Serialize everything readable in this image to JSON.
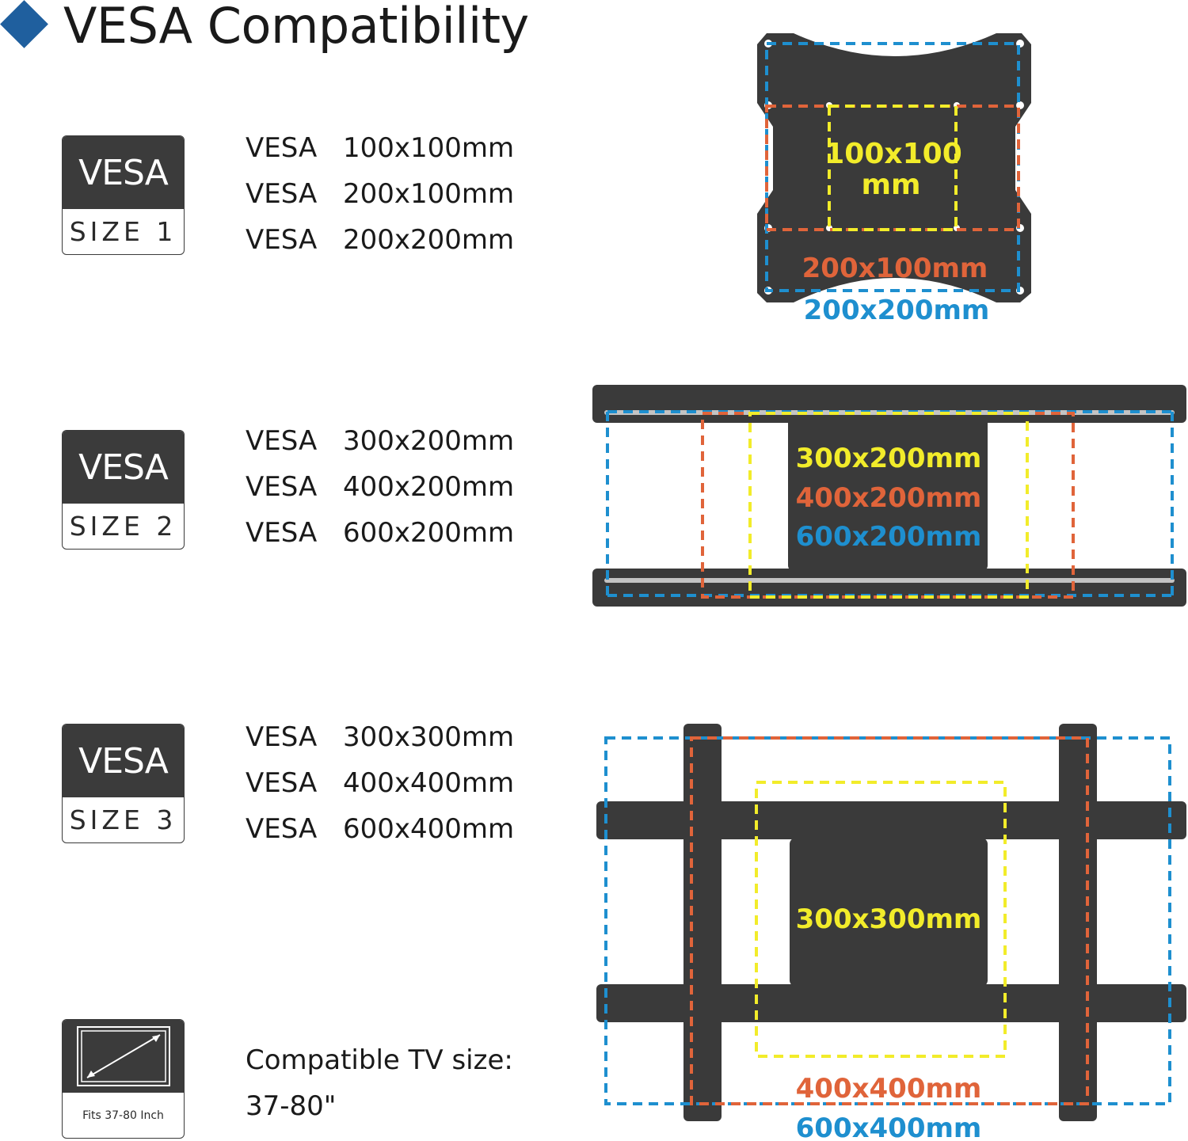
{
  "header": {
    "title": "VESA Compatibility"
  },
  "sizes": [
    {
      "badge_top": "VESA",
      "badge_bottom": "SIZE 1",
      "specs": [
        {
          "k": "VESA",
          "v": "100x100mm"
        },
        {
          "k": "VESA",
          "v": "200x100mm"
        },
        {
          "k": "VESA",
          "v": "200x200mm"
        }
      ]
    },
    {
      "badge_top": "VESA",
      "badge_bottom": "SIZE 2",
      "specs": [
        {
          "k": "VESA",
          "v": "300x200mm"
        },
        {
          "k": "VESA",
          "v": "400x200mm"
        },
        {
          "k": "VESA",
          "v": "600x200mm"
        }
      ]
    },
    {
      "badge_top": "VESA",
      "badge_bottom": "SIZE 3",
      "specs": [
        {
          "k": "VESA",
          "v": "300x300mm"
        },
        {
          "k": "VESA",
          "v": "400x400mm"
        },
        {
          "k": "VESA",
          "v": "600x400mm"
        }
      ]
    }
  ],
  "tv": {
    "badge_bottom": "Fits 37-80 Inch",
    "line1": "Compatible TV size:",
    "line2": "37-80\""
  },
  "diagram1": {
    "inner_1": "100x100",
    "inner_2": "mm",
    "mid": "200x100mm",
    "outer": "200x200mm"
  },
  "diagram2": {
    "yellow": "300x200mm",
    "orange": "400x200mm",
    "blue": "600x200mm"
  },
  "diagram3": {
    "yellow": "300x300mm",
    "orange": "400x400mm",
    "blue": "600x400mm"
  },
  "colors": {
    "accent": "#1f5f9e",
    "blue": "#1e8fcf",
    "orange": "#e0643a",
    "yellow": "#f2ec2a",
    "plate": "#3a3a3a"
  }
}
